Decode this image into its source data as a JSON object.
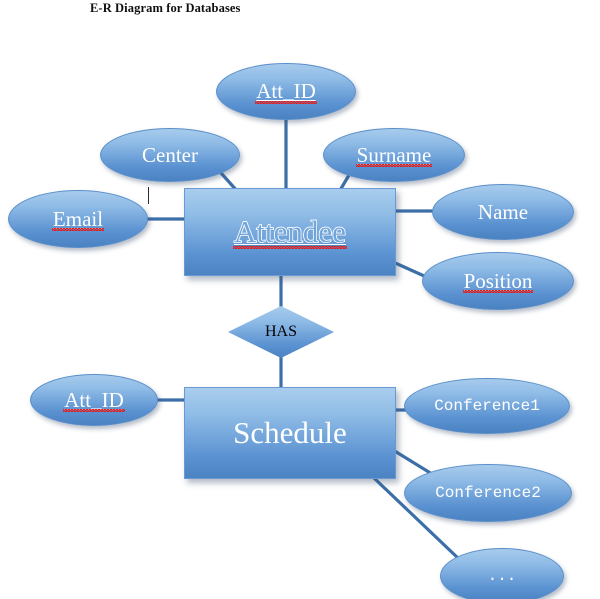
{
  "document": {
    "title": "E-R Diagram for Databases"
  },
  "diagram": {
    "type": "entity-relationship",
    "entities": [
      {
        "id": "attendee",
        "label": "Attendee",
        "shape": "rectangle"
      },
      {
        "id": "schedule",
        "label": "Schedule",
        "shape": "rectangle"
      }
    ],
    "relationships": [
      {
        "id": "has",
        "label": "HAS",
        "shape": "diamond",
        "from": "attendee",
        "to": "schedule"
      }
    ],
    "attributes": [
      {
        "id": "att-id-top",
        "label": "Att_ID",
        "owner": "attendee",
        "shape": "ellipse",
        "key": true,
        "spellcheck_error": true
      },
      {
        "id": "center",
        "label": "Center",
        "owner": "attendee",
        "shape": "ellipse",
        "key": false,
        "spellcheck_error": false
      },
      {
        "id": "surname",
        "label": "Surname",
        "owner": "attendee",
        "shape": "ellipse",
        "key": false,
        "spellcheck_error": true
      },
      {
        "id": "email",
        "label": "Email",
        "owner": "attendee",
        "shape": "ellipse",
        "key": false,
        "spellcheck_error": true
      },
      {
        "id": "name",
        "label": "Name",
        "owner": "attendee",
        "shape": "ellipse",
        "key": false,
        "spellcheck_error": false
      },
      {
        "id": "position",
        "label": "Position",
        "owner": "attendee",
        "shape": "ellipse",
        "key": false,
        "spellcheck_error": true
      },
      {
        "id": "att-id-bot",
        "label": "Att_ID",
        "owner": "schedule",
        "shape": "ellipse",
        "key": true,
        "spellcheck_error": true
      },
      {
        "id": "conference1",
        "label": "Conference1",
        "owner": "schedule",
        "shape": "ellipse",
        "key": false,
        "spellcheck_error": false
      },
      {
        "id": "conference2",
        "label": "Conference2",
        "owner": "schedule",
        "shape": "ellipse",
        "key": false,
        "spellcheck_error": false
      },
      {
        "id": "dots",
        "label": "...",
        "owner": "schedule",
        "shape": "ellipse",
        "key": false,
        "spellcheck_error": false
      }
    ],
    "colors": {
      "shape_fill_light": "#a7cbec",
      "shape_fill_dark": "#4a82c2",
      "shape_border": "#5b8fc9",
      "connector": "#3c6fa8",
      "label_text": "#ffffff",
      "spellcheck_underline": "#e02020",
      "title_text": "#101010",
      "background": "#ffffff"
    }
  }
}
